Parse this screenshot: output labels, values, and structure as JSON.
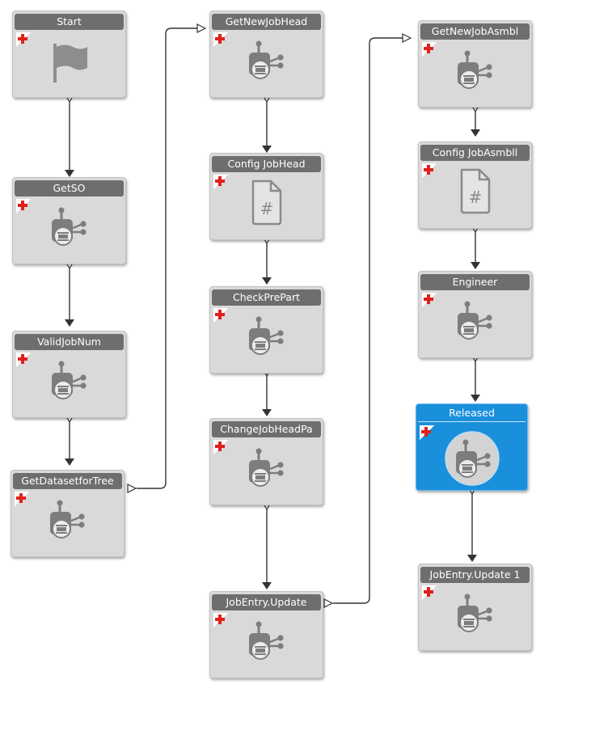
{
  "colors": {
    "node_fill": "#d9d9d9",
    "header_fill": "#6e6e6e",
    "selected_fill": "#1a8fdc",
    "add_marker": "#e0201c",
    "connector": "#333333"
  },
  "nodes": {
    "start": {
      "label": "Start",
      "icon": "flag-icon"
    },
    "getso": {
      "label": "GetSO",
      "icon": "robot-icon"
    },
    "validjobnum": {
      "label": "ValidJobNum",
      "icon": "robot-icon"
    },
    "getdataset": {
      "label": "GetDatasetforTree",
      "icon": "robot-icon"
    },
    "getnewjobhead": {
      "label": "GetNewJobHead",
      "icon": "robot-icon"
    },
    "configjobhead": {
      "label": "Config JobHead",
      "icon": "hash-document-icon"
    },
    "checkprepart": {
      "label": "CheckPrePart",
      "icon": "robot-icon"
    },
    "changejobhead": {
      "label": "ChangeJobHeadPa",
      "icon": "robot-icon"
    },
    "jobentryupdate": {
      "label": "JobEntry.Update",
      "icon": "robot-icon"
    },
    "getnewjobasmbl": {
      "label": "GetNewJobAsmbl",
      "icon": "robot-icon"
    },
    "configjobasmbl": {
      "label": "Config JobAsmbll",
      "icon": "hash-document-icon"
    },
    "engineer": {
      "label": "Engineer",
      "icon": "robot-icon"
    },
    "released": {
      "label": "Released",
      "icon": "robot-icon",
      "selected": true
    },
    "jobentryupdate1": {
      "label": "JobEntry.Update 1",
      "icon": "robot-icon"
    }
  }
}
